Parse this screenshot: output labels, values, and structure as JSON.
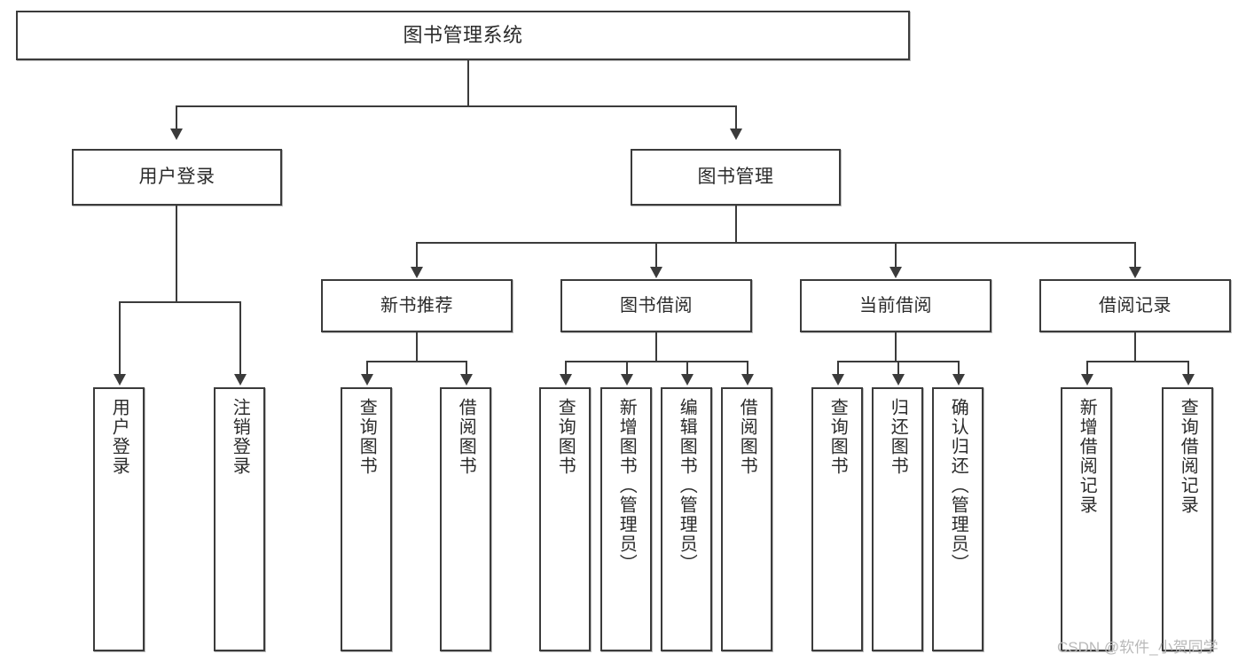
{
  "diagram": {
    "title": "图书管理系统",
    "type": "tree-hierarchy",
    "watermark": "CSDN @软件_小贺同学",
    "colors": {
      "background": "#ffffff",
      "box_border": "#3b3b3b",
      "box_fill": "#ffffff",
      "text": "#2b2b2b",
      "connector": "#3b3b3b",
      "watermark": "#b9b9b9"
    },
    "root": {
      "label": "图书管理系统"
    },
    "level2": [
      {
        "label": "用户登录"
      },
      {
        "label": "图书管理"
      }
    ],
    "level3": [
      {
        "label": "新书推荐"
      },
      {
        "label": "图书借阅"
      },
      {
        "label": "当前借阅"
      },
      {
        "label": "借阅记录"
      }
    ],
    "leaves": {
      "user_login": [
        {
          "label": "用户登录"
        },
        {
          "label": "注销登录"
        }
      ],
      "new_book_recommend": [
        {
          "label": "查询图书"
        },
        {
          "label": "借阅图书"
        }
      ],
      "book_borrow": [
        {
          "label": "查询图书"
        },
        {
          "label": "新增图书（管理员）"
        },
        {
          "label": "编辑图书（管理员）"
        },
        {
          "label": "借阅图书"
        }
      ],
      "current_borrow": [
        {
          "label": "查询图书"
        },
        {
          "label": "归还图书"
        },
        {
          "label": "确认归还（管理员）"
        }
      ],
      "borrow_record": [
        {
          "label": "新增借阅记录"
        },
        {
          "label": "查询借阅记录"
        }
      ]
    }
  }
}
